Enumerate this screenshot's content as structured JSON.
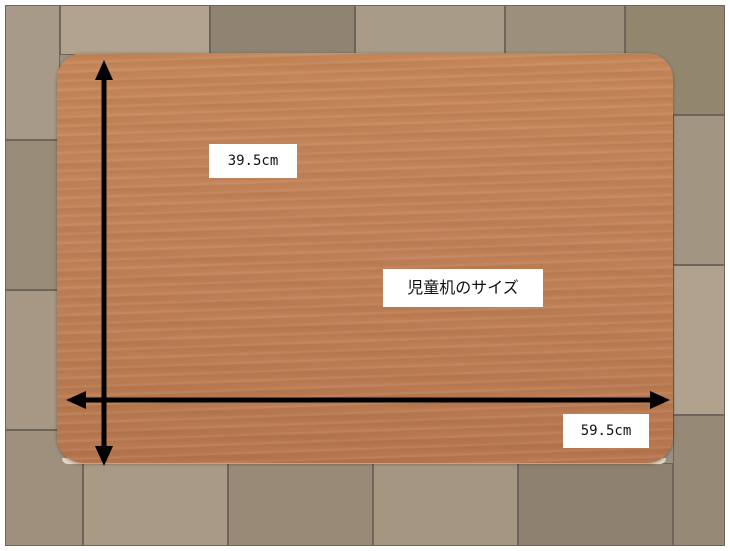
{
  "labels": {
    "height": "39.5cm",
    "title": "児童机のサイズ",
    "width": "59.5cm"
  },
  "colors": {
    "tabletop": "#c4845a",
    "floor": "#9a8f80",
    "arrow": "#000000",
    "label_bg": "#ffffff"
  }
}
